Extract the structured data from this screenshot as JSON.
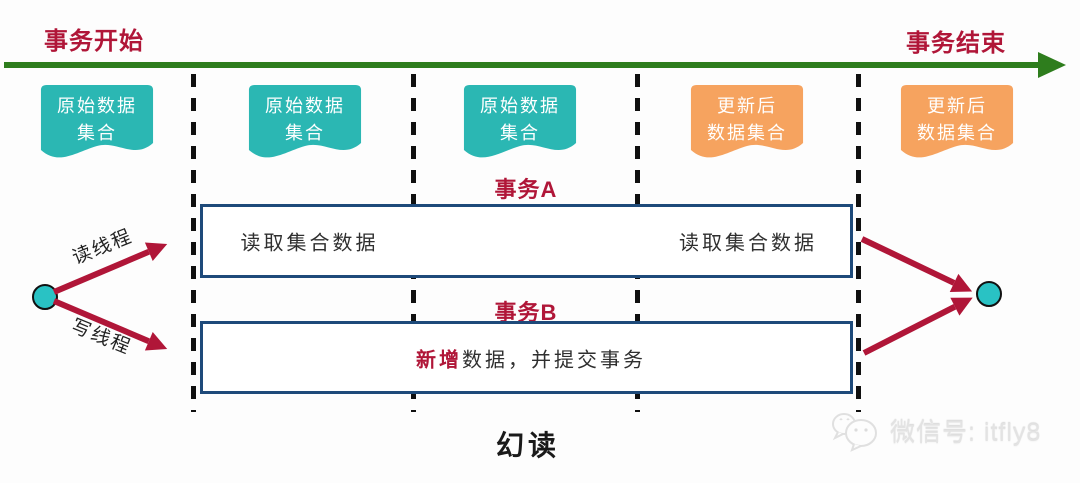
{
  "palette": {
    "crimson": "#b01638",
    "green": "#2e7d1d",
    "teal": "#2bb7b3",
    "orange": "#f6a35f",
    "navy": "#1e4a7a",
    "circle": "#29c2c4",
    "ink": "#2f2f2f",
    "watermark": "#e3e3e3"
  },
  "timeline": {
    "start_label": "事务开始",
    "end_label": "事务结束"
  },
  "documents": [
    {
      "line1": "原始数据",
      "line2": "集合",
      "type": "original"
    },
    {
      "line1": "原始数据",
      "line2": "集合",
      "type": "original"
    },
    {
      "line1": "原始数据",
      "line2": "集合",
      "type": "original"
    },
    {
      "line1": "更新后",
      "line2": "数据集合",
      "type": "updated"
    },
    {
      "line1": "更新后",
      "line2": "数据集合",
      "type": "updated"
    }
  ],
  "transaction_a": {
    "label": "事务A",
    "action1": "读取集合数据",
    "action2": "读取集合数据"
  },
  "transaction_b": {
    "label": "事务B",
    "action_highlight": "新增",
    "action_rest": "数据，并提交事务"
  },
  "threads": {
    "read_label": "读线程",
    "write_label": "写线程"
  },
  "caption": "幻读",
  "watermark": {
    "icon": "wechat-icon",
    "text": "微信号: itfly8"
  }
}
